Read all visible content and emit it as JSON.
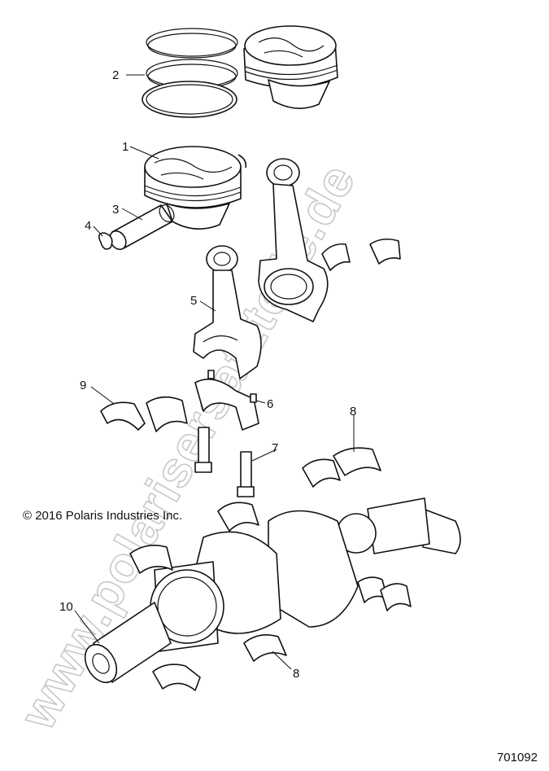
{
  "diagram": {
    "copyright": "© 2016 Polaris Industries Inc.",
    "document_number": "701092",
    "watermark": "www.polarisersatzteile.de",
    "callouts": [
      {
        "id": "callout-1",
        "text": "1"
      },
      {
        "id": "callout-2",
        "text": "2"
      },
      {
        "id": "callout-3",
        "text": "3"
      },
      {
        "id": "callout-4",
        "text": "4"
      },
      {
        "id": "callout-5",
        "text": "5"
      },
      {
        "id": "callout-6",
        "text": "6"
      },
      {
        "id": "callout-7",
        "text": "7"
      },
      {
        "id": "callout-8a",
        "text": "8"
      },
      {
        "id": "callout-8b",
        "text": "8"
      },
      {
        "id": "callout-9",
        "text": "9"
      },
      {
        "id": "callout-10",
        "text": "10"
      }
    ]
  }
}
